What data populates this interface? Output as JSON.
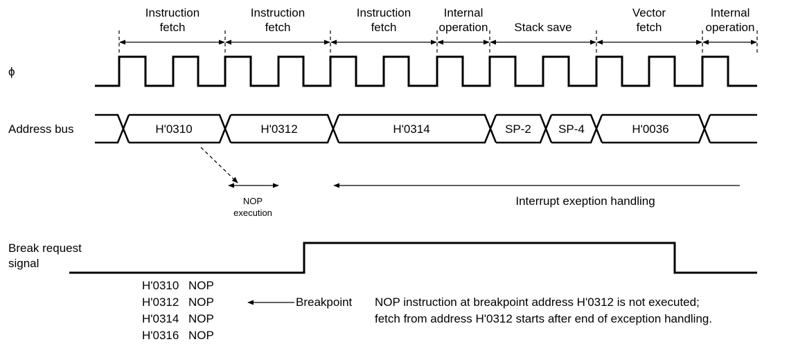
{
  "phases": [
    {
      "line1": "Instruction",
      "line2": "fetch"
    },
    {
      "line1": "Instruction",
      "line2": "fetch"
    },
    {
      "line1": "Instruction",
      "line2": "fetch"
    },
    {
      "line1": "Internal",
      "line2": "operation"
    },
    {
      "line1": "Stack save",
      "line2": ""
    },
    {
      "line1": "Vector",
      "line2": "fetch"
    },
    {
      "line1": "Internal",
      "line2": "operation"
    }
  ],
  "signals": {
    "clock": "ϕ",
    "address_bus": "Address bus",
    "break_request_line1": "Break request",
    "break_request_line2": "signal"
  },
  "bus_values": [
    "H'0310",
    "H'0312",
    "H'0314",
    "SP-2",
    "SP-4",
    "H'0036"
  ],
  "nop_execution": {
    "line1": "NOP",
    "line2": "execution"
  },
  "interrupt_label": "Interrupt exeption handling",
  "program": [
    {
      "address": "H'0310",
      "instr": "NOP"
    },
    {
      "address": "H'0312",
      "instr": "NOP"
    },
    {
      "address": "H'0314",
      "instr": "NOP"
    },
    {
      "address": "H'0316",
      "instr": "NOP"
    }
  ],
  "breakpoint_label": "Breakpoint",
  "note": {
    "line1": "NOP instruction at breakpoint address H'0312 is not executed;",
    "line2": "fetch from address H'0312 starts after end of exception handling."
  }
}
